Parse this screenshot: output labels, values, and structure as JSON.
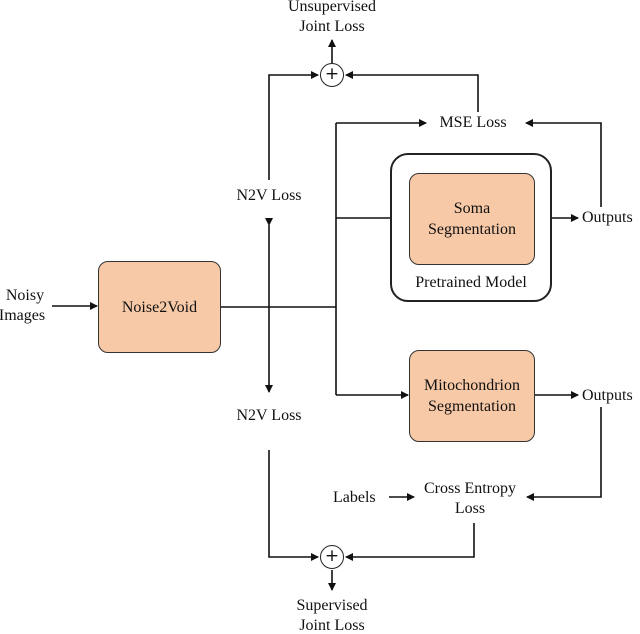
{
  "inputs": {
    "noisy_images": [
      "Noisy",
      "Images"
    ]
  },
  "nodes": {
    "noise2void": "Noise2Void",
    "soma": [
      "Soma",
      "Segmentation"
    ],
    "mito": [
      "Mitochondrion",
      "Segmentation"
    ],
    "pretrained_model": "Pretrained Model"
  },
  "losses": {
    "n2v_top": "N2V Loss",
    "n2v_bottom": "N2V Loss",
    "mse": "MSE Loss",
    "cross_entropy": [
      "Cross Entropy",
      "Loss"
    ],
    "unsupervised_joint": [
      "Unsupervised",
      "Joint Loss"
    ],
    "supervised_joint": [
      "Supervised",
      "Joint Loss"
    ]
  },
  "outputs": {
    "top": "Outputs",
    "bottom": "Outputs"
  },
  "labels": "Labels",
  "operators": {
    "top": "+",
    "bottom": "+"
  },
  "colors": {
    "node_fill": "#f8c9a7",
    "stroke": "#222222"
  }
}
